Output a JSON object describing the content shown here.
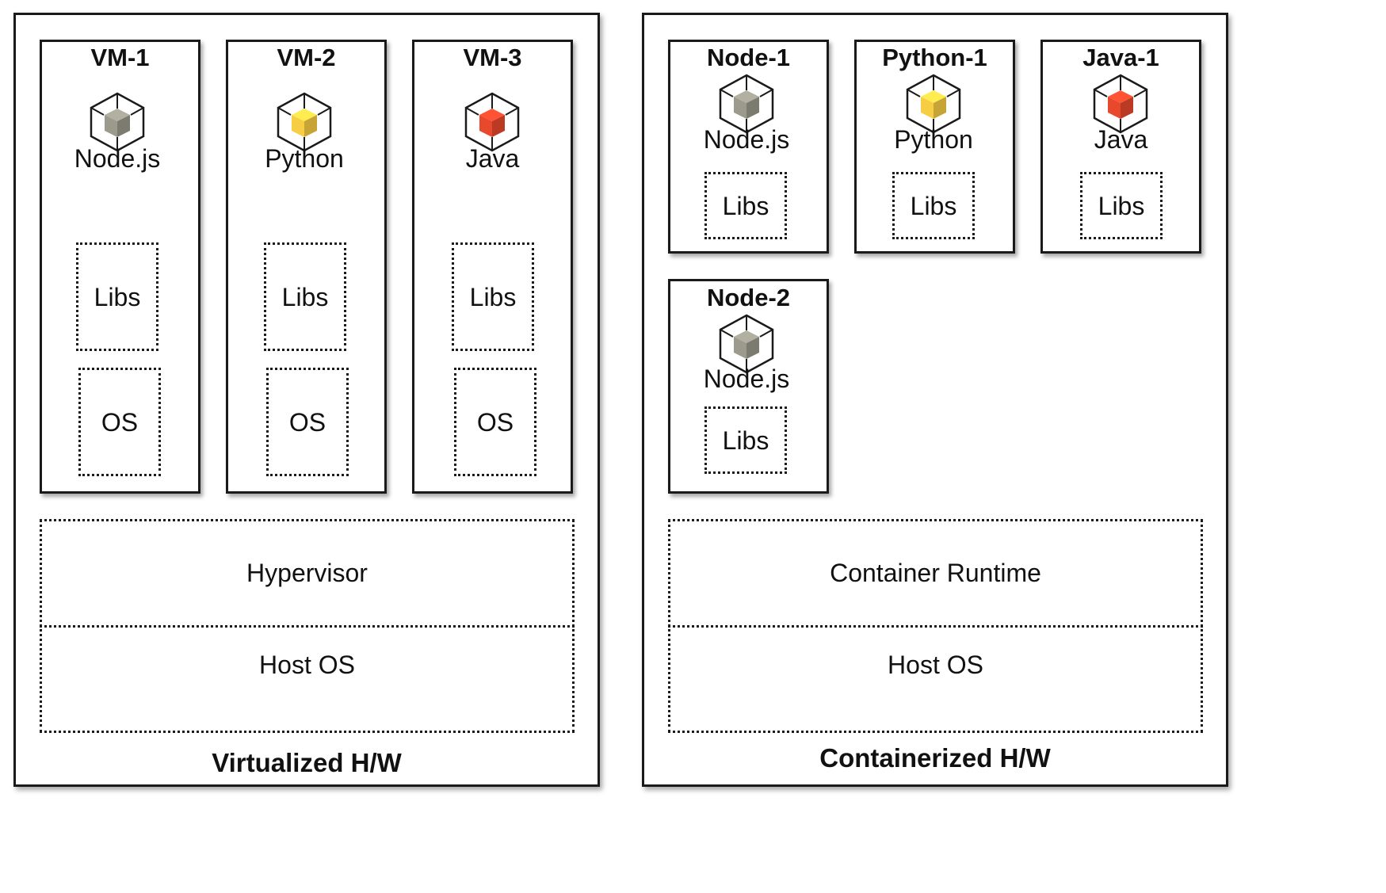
{
  "icon_colors": {
    "node": "#9b9a8c",
    "python": "#f7cd44",
    "java": "#e8482c"
  },
  "virtualized": {
    "label": "Virtualized H/W",
    "vms": [
      {
        "title": "VM-1",
        "app": "Node.js",
        "icon": "node-cube-icon",
        "libs": "Libs",
        "os": "OS"
      },
      {
        "title": "VM-2",
        "app": "Python",
        "icon": "python-cube-icon",
        "libs": "Libs",
        "os": "OS"
      },
      {
        "title": "VM-3",
        "app": "Java",
        "icon": "java-cube-icon",
        "libs": "Libs",
        "os": "OS"
      }
    ],
    "hypervisor": "Hypervisor",
    "host_os": "Host OS"
  },
  "containerized": {
    "label": "Containerized H/W",
    "containers": [
      {
        "title": "Node-1",
        "app": "Node.js",
        "icon": "node-cube-icon",
        "libs": "Libs"
      },
      {
        "title": "Python-1",
        "app": "Python",
        "icon": "python-cube-icon",
        "libs": "Libs"
      },
      {
        "title": "Java-1",
        "app": "Java",
        "icon": "java-cube-icon",
        "libs": "Libs"
      },
      {
        "title": "Node-2",
        "app": "Node.js",
        "icon": "node-cube-icon",
        "libs": "Libs"
      }
    ],
    "runtime": "Container Runtime",
    "host_os": "Host OS"
  }
}
